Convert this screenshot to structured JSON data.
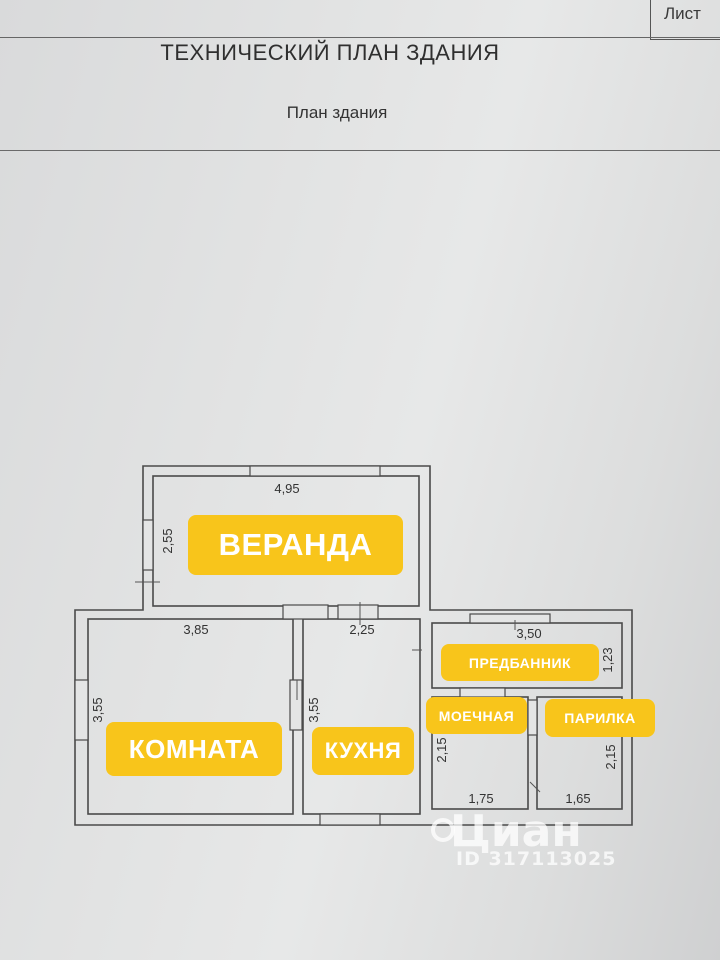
{
  "header": {
    "sheet_label": "Лист",
    "title": "ТЕХНИЧЕСКИЙ ПЛАН ЗДАНИЯ",
    "subtitle": "План здания"
  },
  "rooms": {
    "veranda": "ВЕРАНДА",
    "room": "КОМНАТА",
    "kitchen": "КУХНЯ",
    "predbannik": "ПРЕДБАННИК",
    "moechnaya": "МОЕЧНАЯ",
    "parilka": "ПАРИЛКА"
  },
  "dimensions": {
    "veranda_width": "4,95",
    "veranda_depth": "2,55",
    "room_width": "3,85",
    "room_depth": "3,55",
    "kitchen_width": "2,25",
    "kitchen_depth": "3,55",
    "predbannik_width": "3,50",
    "predbannik_depth": "1,23",
    "moechnaya_depth": "2,15",
    "moechnaya_width": "1,75",
    "parilka_width": "1,65",
    "parilka_depth": "2,15"
  },
  "watermark": {
    "logo": "Циан",
    "id": "ID 317113025"
  },
  "colors": {
    "label_background": "#f8c51b",
    "label_text": "#ffffff",
    "wall": "#4a4a4a"
  }
}
